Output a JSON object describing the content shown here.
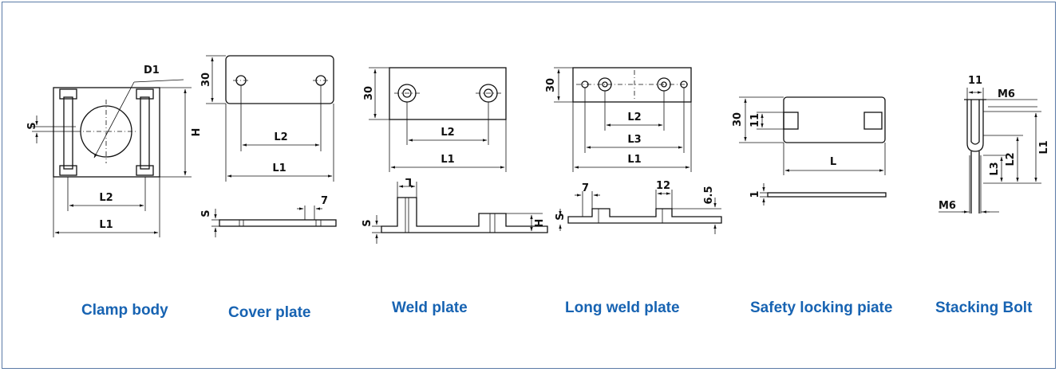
{
  "captions": {
    "clamp_body": "Clamp body",
    "cover_plate": "Cover plate",
    "weld_plate": "Weld plate",
    "long_weld_plate": "Long weld plate",
    "safety_locking_plate": "Safety locking piate",
    "stacking_bolt": "Stacking Bolt"
  },
  "labels": {
    "clamp": {
      "d1": "D1",
      "s": "S",
      "h": "H",
      "l2": "L2",
      "l1": "L1"
    },
    "cover": {
      "h30": "30",
      "l2": "L2",
      "l1": "L1",
      "s": "S",
      "seven": "7"
    },
    "weld": {
      "h30": "30",
      "l2": "L2",
      "l1": "L1",
      "l": "L",
      "s": "S",
      "h": "H"
    },
    "long": {
      "h30": "30",
      "l2": "L2",
      "l3": "L3",
      "l1": "L1",
      "seven": "7",
      "twelve": "12",
      "six5": "6.5",
      "s": "S"
    },
    "safety": {
      "h30": "30",
      "eleven": "11",
      "l": "L",
      "one": "1"
    },
    "bolt": {
      "eleven": "11",
      "m6_top": "M6",
      "l1": "L1",
      "l2": "L2",
      "l3": "L3",
      "m6_bottom": "M6"
    }
  },
  "colors": {
    "caption": "#1763b2",
    "border": "#5a7aa6",
    "line": "#111111"
  }
}
